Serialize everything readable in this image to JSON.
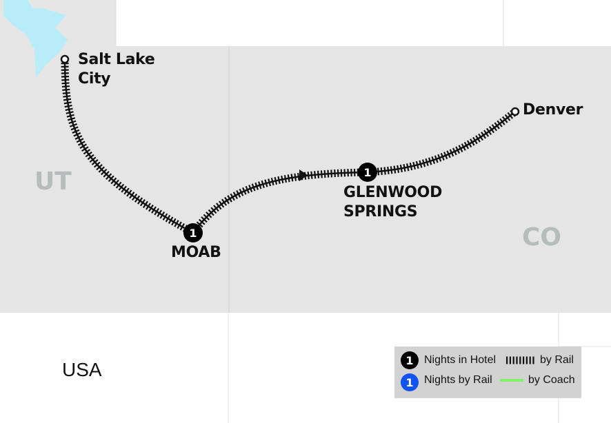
{
  "cities": {
    "salt_lake_city": "Salt Lake\nCity",
    "moab": "MOAB",
    "glenwood_springs": "GLENWOOD\nSPRINGS",
    "denver": "Denver"
  },
  "states": {
    "utah": "UT",
    "colorado": "CO"
  },
  "country": "USA",
  "nights": {
    "moab": "1",
    "glenwood_springs": "1"
  },
  "legend": {
    "hotel_badge": "1",
    "hotel_label": "Nights in Hotel",
    "rail_badge": "1",
    "rail_night_label": "Nights by Rail",
    "rail_label": "by Rail",
    "coach_label": "by Coach"
  },
  "colors": {
    "region_fill": "#e5e5e5",
    "water": "#b8ecf8",
    "route": "#111111",
    "hotel_badge": "#000000",
    "rail_badge": "#1252f0",
    "coach_line": "#7ef06a",
    "state_label": "#b5bcbc"
  }
}
